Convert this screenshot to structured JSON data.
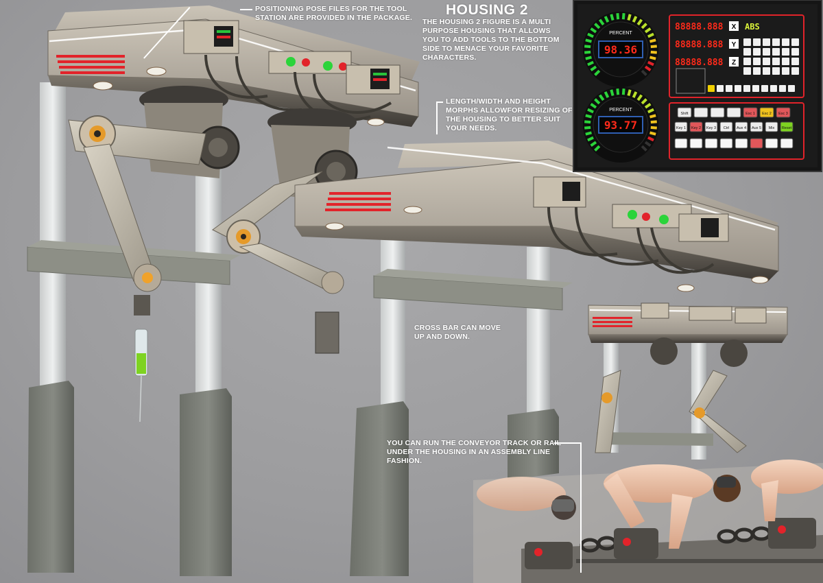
{
  "page": {
    "title": "HOUSING 2",
    "intro": "THE HOUSING 2 FIGURE IS A MULTI PURPOSE HOUSING THAT ALLOWS YOU TO ADD TOOLS TO THE BOTTOM SIDE TO MENACE YOUR FAVORITE CHARACTERS."
  },
  "notes": {
    "pose_files": "POSITIONING POSE FILES FOR THE TOOL STATION ARE PROVIDED IN THE PACKAGE.",
    "morphs": "LENGTH/WIDTH AND HEIGHT MORPHS ALLOWFOR RESIZING OF THE HOUSING TO BETTER SUIT YOUR NEEDS.",
    "crossbar": "CROSS BAR CAN MOVE UP AND DOWN.",
    "conveyor": "YOU CAN RUN THE CONVEYOR TRACK OR RAIL UNDER THE HOUSING IN AN ASSEMBLY LINE FASHION."
  },
  "control_panel": {
    "gauge_top": {
      "label": "PERCENT",
      "value": "98.36",
      "level": 0.98
    },
    "gauge_bottom": {
      "label": "PERCENT",
      "value": "93.77",
      "level": 0.94
    },
    "readouts": [
      {
        "digits": "88888.888",
        "axis": "X"
      },
      {
        "digits": "88888.888",
        "axis": "Y"
      },
      {
        "digits": "88888.888",
        "axis": "Z"
      }
    ],
    "status_display": "ABS",
    "keys_row1": [
      "Shift",
      "",
      "",
      "",
      "Esc 1",
      "Esc 2",
      "Esc 3"
    ],
    "keys_row2": [
      "Key 1",
      "Key 2",
      "Key 3",
      "Ctrl",
      "Aux 4",
      "Aux 5",
      "Mix",
      "Reset"
    ],
    "colors": {
      "accent_red": "#e2232a",
      "segment_red": "#ff2a1a",
      "gauge_green": "#2bd43a",
      "panel_bg": "#151515"
    }
  }
}
